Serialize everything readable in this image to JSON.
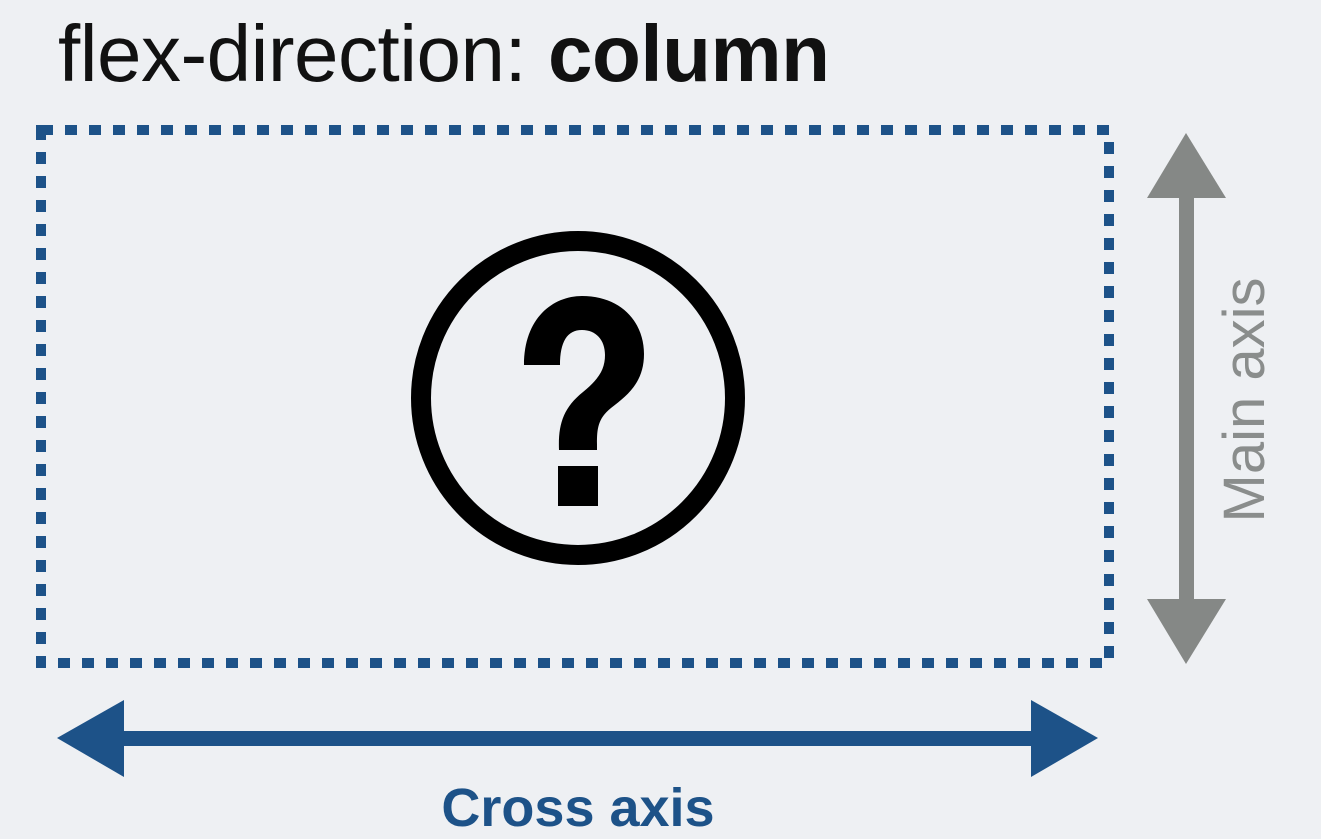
{
  "title": {
    "property": "flex-direction:",
    "value": "column"
  },
  "container": {
    "icon": "question-circle-icon",
    "border_color": "#1d5288"
  },
  "axes": {
    "main": {
      "label": "Main axis",
      "color": "#858886",
      "orientation": "vertical"
    },
    "cross": {
      "label": "Cross axis",
      "color": "#1d5288",
      "orientation": "horizontal"
    }
  }
}
